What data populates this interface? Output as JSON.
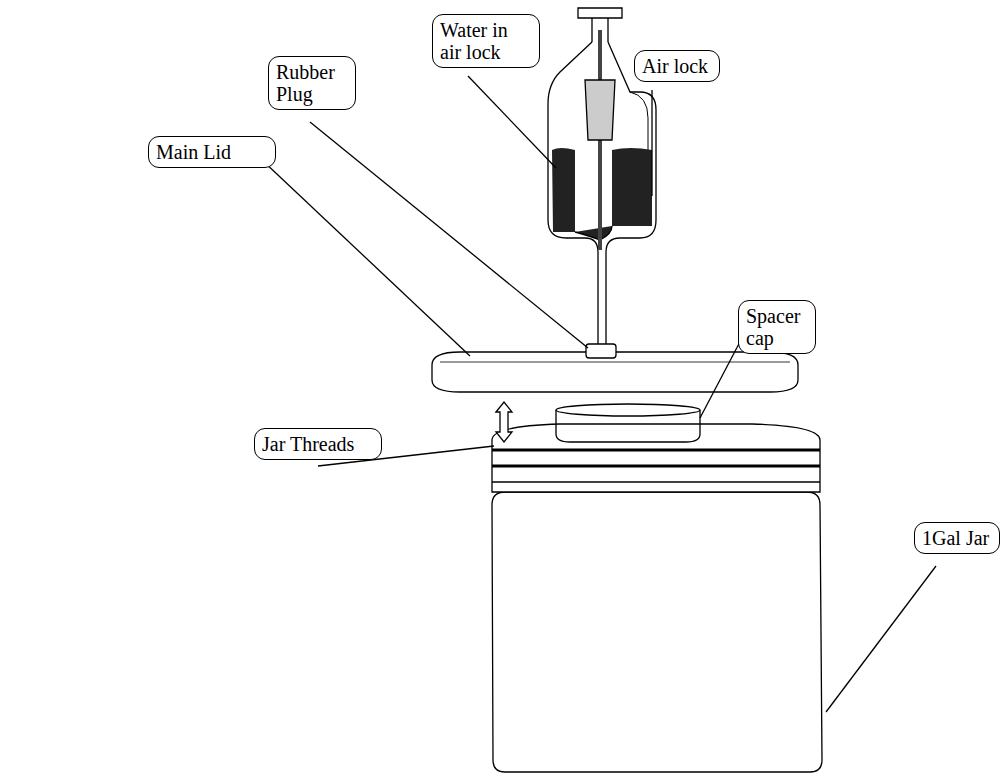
{
  "diagram": {
    "nodes": [
      {
        "text": [
          "Water in air lock"
        ]
      },
      {
        "text": [
          "Rubber Plug"
        ]
      },
      {
        "text": [
          "Air lock"
        ]
      },
      {
        "text": [
          "Main Lid"
        ]
      },
      {
        "text": [
          "Spacer cap"
        ]
      },
      {
        "text": [
          "Jar Threads"
        ]
      },
      {
        "text": [
          "1Gal Jar"
        ]
      }
    ]
  }
}
